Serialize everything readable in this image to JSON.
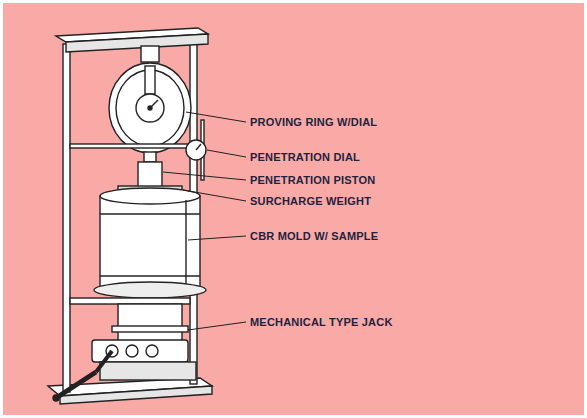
{
  "diagram": {
    "labels": [
      "PROVING RING W/DIAL",
      "PENETRATION DIAL",
      "PENETRATION PISTON",
      "SURCHARGE WEIGHT",
      "CBR MOLD W/ SAMPLE",
      "MECHANICAL TYPE JACK"
    ]
  }
}
